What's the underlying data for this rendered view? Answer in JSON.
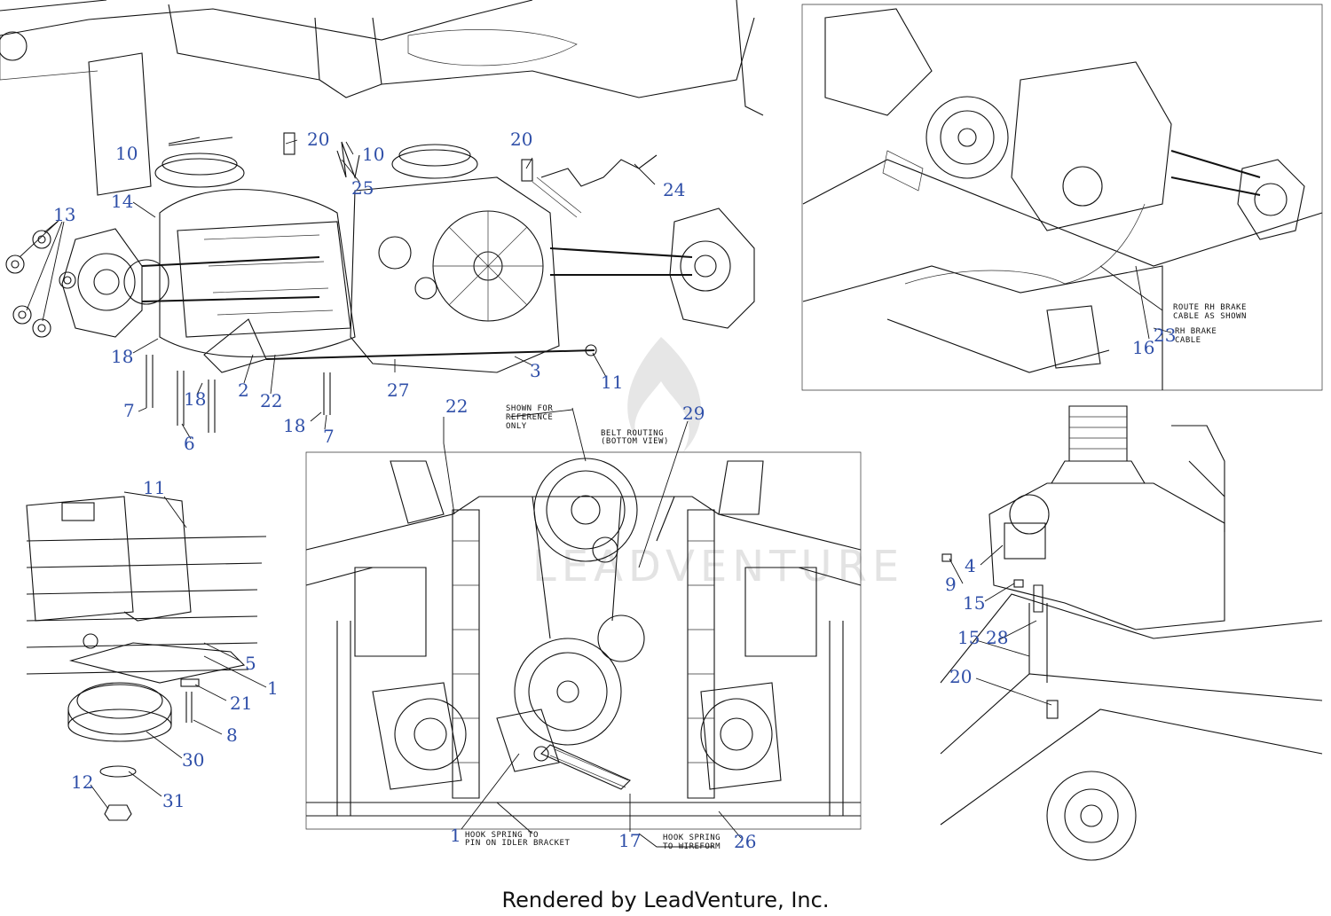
{
  "footer": "Rendered by LeadVenture, Inc.",
  "watermark": "LEADVENTURE",
  "colors": {
    "callout": "#2f4fa8",
    "line": "#111111",
    "watermark": "#e3e3e3"
  },
  "notes": {
    "shown_ref_1": "SHOWN FOR",
    "shown_ref_2": "REFERENCE",
    "shown_ref_3": "ONLY",
    "belt_1": "BELT ROUTING",
    "belt_2": "(BOTTOM VIEW)",
    "route_1": "ROUTE RH BRAKE",
    "route_2": "CABLE AS SHOWN",
    "rh_1": "RH BRAKE",
    "rh_2": "CABLE",
    "hook1_1": "HOOK SPRING TO",
    "hook1_2": "PIN ON IDLER BRACKET",
    "hook2_1": "HOOK SPRING",
    "hook2_2": "TO WIREFORM"
  },
  "callouts": [
    {
      "id": "c10a",
      "text": "10"
    },
    {
      "id": "c20a",
      "text": "20"
    },
    {
      "id": "c10b",
      "text": "10"
    },
    {
      "id": "c20b",
      "text": "20"
    },
    {
      "id": "c25",
      "text": "25"
    },
    {
      "id": "c24",
      "text": "24"
    },
    {
      "id": "c14",
      "text": "14"
    },
    {
      "id": "c13",
      "text": "13"
    },
    {
      "id": "c18a",
      "text": "18"
    },
    {
      "id": "c18b",
      "text": "18"
    },
    {
      "id": "c2",
      "text": "2"
    },
    {
      "id": "c22a",
      "text": "22"
    },
    {
      "id": "c27",
      "text": "27"
    },
    {
      "id": "c3",
      "text": "3"
    },
    {
      "id": "c11a",
      "text": "11"
    },
    {
      "id": "c7a",
      "text": "7"
    },
    {
      "id": "c6",
      "text": "6"
    },
    {
      "id": "c18c",
      "text": "18"
    },
    {
      "id": "c7b",
      "text": "7"
    },
    {
      "id": "c16",
      "text": "16"
    },
    {
      "id": "c23",
      "text": "23"
    },
    {
      "id": "c22b",
      "text": "22"
    },
    {
      "id": "c29",
      "text": "29"
    },
    {
      "id": "c11b",
      "text": "11"
    },
    {
      "id": "c5",
      "text": "5"
    },
    {
      "id": "c1a",
      "text": "1"
    },
    {
      "id": "c21",
      "text": "21"
    },
    {
      "id": "c8",
      "text": "8"
    },
    {
      "id": "c30",
      "text": "30"
    },
    {
      "id": "c12",
      "text": "12"
    },
    {
      "id": "c31",
      "text": "31"
    },
    {
      "id": "c1b",
      "text": "1"
    },
    {
      "id": "c17",
      "text": "17"
    },
    {
      "id": "c26",
      "text": "26"
    },
    {
      "id": "c4",
      "text": "4"
    },
    {
      "id": "c9",
      "text": "9"
    },
    {
      "id": "c15a",
      "text": "15"
    },
    {
      "id": "c15b",
      "text": "15"
    },
    {
      "id": "c28",
      "text": "28"
    },
    {
      "id": "c20c",
      "text": "20"
    }
  ]
}
